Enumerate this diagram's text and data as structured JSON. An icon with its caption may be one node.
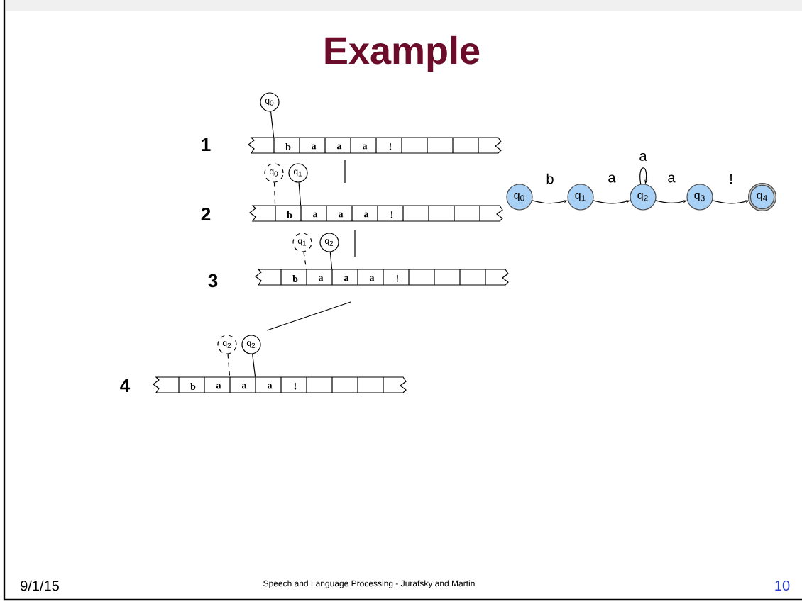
{
  "diagram": {
    "title": "Example",
    "nodes": [
      {
        "text": [
          "q$_{0}$"
        ]
      },
      {
        "text": [
          "q$_{0}$"
        ]
      },
      {
        "text": [
          "q$_{1}$"
        ]
      },
      {
        "text": [
          "q$_{1}$"
        ]
      },
      {
        "text": [
          "q$_{2}$"
        ]
      },
      {
        "text": [
          "q$_{2}$"
        ]
      },
      {
        "text": [
          "q$_{2}$"
        ]
      },
      {
        "text": [
          "q$_{0}$"
        ]
      },
      {
        "text": [
          "q$_{1}$"
        ]
      },
      {
        "text": [
          "q$_{2}$"
        ]
      },
      {
        "text": [
          "q$_{3}$"
        ]
      },
      {
        "text": [
          "q$_{4}$"
        ]
      },
      {
        "text": [],
        "shape": "box"
      },
      {
        "text": [],
        "shape": "box"
      },
      {
        "text": [],
        "shape": "box"
      },
      {
        "text": [],
        "shape": "box"
      }
    ],
    "edges": [
      {
        "from": 0,
        "to": 12,
        "arrow": "none"
      },
      {
        "from": 1,
        "to": 13,
        "arrow": "none",
        "style": "dashed"
      },
      {
        "from": 2,
        "to": 13,
        "arrow": "none"
      },
      {
        "from": 3,
        "to": 14,
        "arrow": "none",
        "style": "dashed"
      },
      {
        "from": 4,
        "to": 14,
        "arrow": "none"
      },
      {
        "from": 5,
        "to": 15,
        "arrow": "none",
        "style": "dashed"
      },
      {
        "from": 6,
        "to": 15,
        "arrow": "none"
      },
      {
        "from": 7,
        "to": 8,
        "arrow": "to",
        "label": "b"
      },
      {
        "from": 8,
        "to": 9,
        "arrow": "to",
        "label": "a"
      },
      {
        "from": 9,
        "to": 9,
        "arrow": "to",
        "label": "a"
      },
      {
        "from": 9,
        "to": 10,
        "arrow": "to",
        "label": "a"
      },
      {
        "from": 10,
        "to": 11,
        "arrow": "to",
        "label": "!"
      }
    ],
    "labels": [
      "1",
      "b",
      "a",
      "a",
      "a",
      "!",
      "2",
      "b",
      "a",
      "a",
      "a",
      "!",
      "3",
      "b",
      "a",
      "a",
      "a",
      "!",
      "4",
      "b",
      "a",
      "a",
      "a",
      "!",
      "9/1/15",
      "Speech and Language Processing - Jurafsky and Martin",
      "10"
    ]
  }
}
